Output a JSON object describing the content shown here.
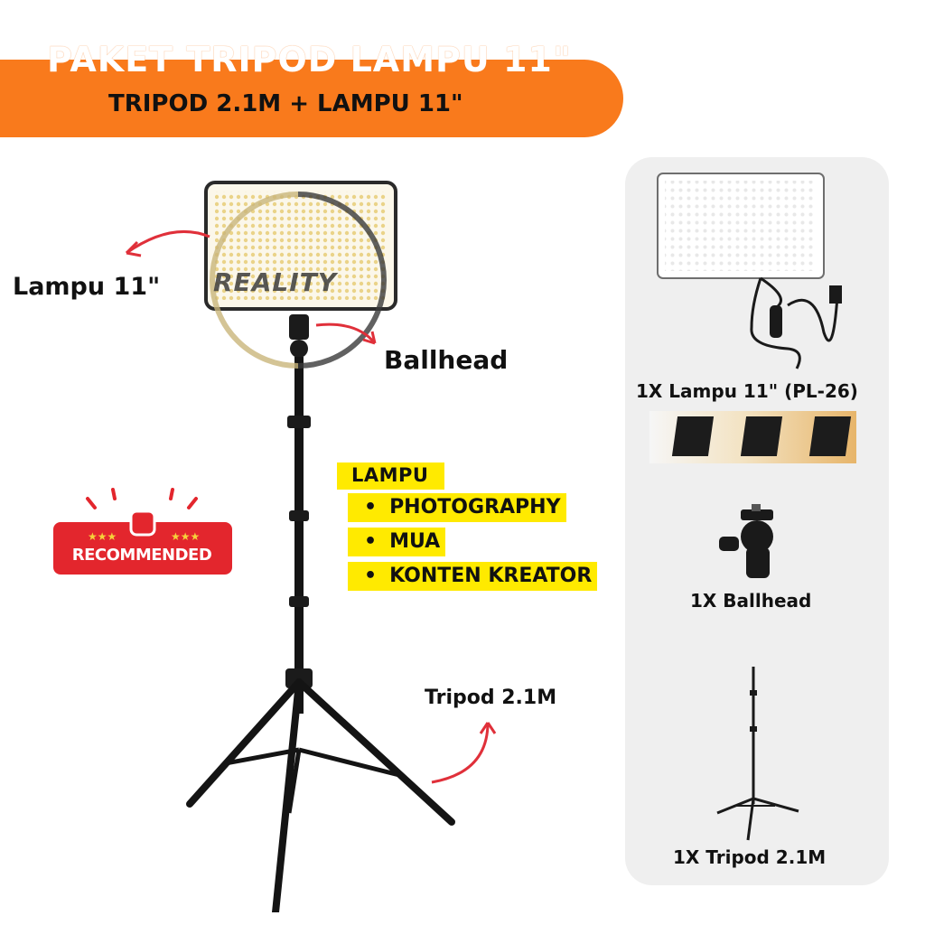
{
  "banner": {
    "title": "PAKET TRIPOD LAMPU 11\"",
    "subtitle": "TRIPOD 2.1M + LAMPU 11\""
  },
  "callouts": {
    "lamp": "Lampu 11\"",
    "ballhead": "Ballhead",
    "tripod": "Tripod 2.1M"
  },
  "watermark": "REALITY",
  "badge": {
    "text": "RECOMMENDED"
  },
  "uses": {
    "heading": "LAMPU",
    "items": [
      "PHOTOGRAPHY",
      "MUA",
      "KONTEN KREATOR"
    ]
  },
  "package_contents": [
    {
      "label": "1X Lampu 11\" (PL-26)"
    },
    {
      "label": "1X Ballhead"
    },
    {
      "label": "1X Tripod 2.1M"
    }
  ],
  "colors": {
    "accent": "#f97a1c",
    "highlight": "#ffea00",
    "badge": "#e3262d",
    "arrow": "#e0303a"
  }
}
